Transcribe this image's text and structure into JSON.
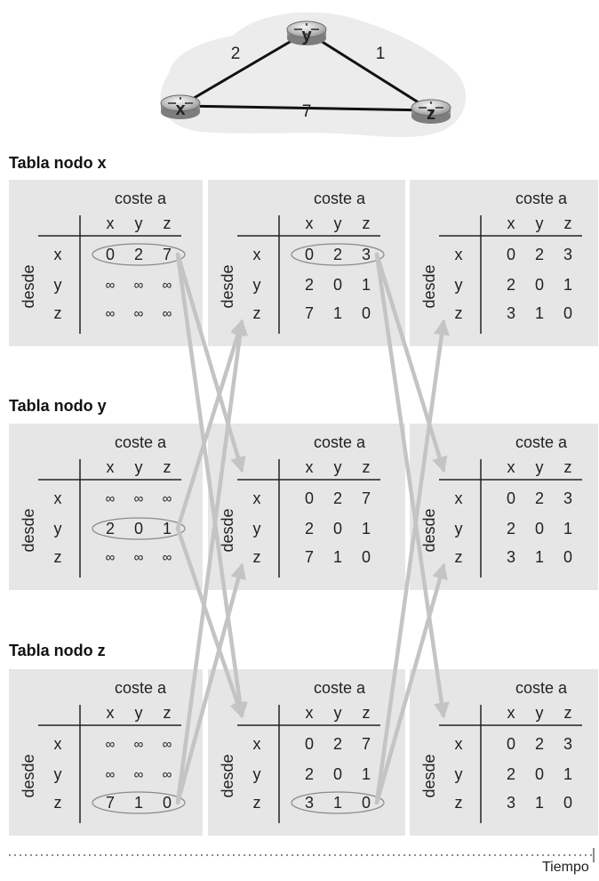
{
  "network": {
    "nodes": [
      "x",
      "y",
      "z"
    ],
    "links": [
      {
        "from": "x",
        "to": "y",
        "cost": "2"
      },
      {
        "from": "y",
        "to": "z",
        "cost": "1"
      },
      {
        "from": "x",
        "to": "z",
        "cost": "7"
      }
    ]
  },
  "labels": {
    "header": "coste a",
    "side": "desde",
    "cols": [
      "x",
      "y",
      "z"
    ],
    "rows": [
      "x",
      "y",
      "z"
    ],
    "time": "Tiempo"
  },
  "sections": [
    {
      "title": "Tabla nodo x",
      "tables": [
        {
          "values": [
            [
              "0",
              "2",
              "7"
            ],
            [
              "∞",
              "∞",
              "∞"
            ],
            [
              "∞",
              "∞",
              "∞"
            ]
          ],
          "circled_row": 0
        },
        {
          "values": [
            [
              "0",
              "2",
              "3"
            ],
            [
              "2",
              "0",
              "1"
            ],
            [
              "7",
              "1",
              "0"
            ]
          ],
          "circled_row": 0
        },
        {
          "values": [
            [
              "0",
              "2",
              "3"
            ],
            [
              "2",
              "0",
              "1"
            ],
            [
              "3",
              "1",
              "0"
            ]
          ],
          "circled_row": null
        }
      ]
    },
    {
      "title": "Tabla nodo y",
      "tables": [
        {
          "values": [
            [
              "∞",
              "∞",
              "∞"
            ],
            [
              "2",
              "0",
              "1"
            ],
            [
              "∞",
              "∞",
              "∞"
            ]
          ],
          "circled_row": 1
        },
        {
          "values": [
            [
              "0",
              "2",
              "7"
            ],
            [
              "2",
              "0",
              "1"
            ],
            [
              "7",
              "1",
              "0"
            ]
          ],
          "circled_row": null
        },
        {
          "values": [
            [
              "0",
              "2",
              "3"
            ],
            [
              "2",
              "0",
              "1"
            ],
            [
              "3",
              "1",
              "0"
            ]
          ],
          "circled_row": null
        }
      ]
    },
    {
      "title": "Tabla nodo z",
      "tables": [
        {
          "values": [
            [
              "∞",
              "∞",
              "∞"
            ],
            [
              "∞",
              "∞",
              "∞"
            ],
            [
              "7",
              "1",
              "0"
            ]
          ],
          "circled_row": 2
        },
        {
          "values": [
            [
              "0",
              "2",
              "7"
            ],
            [
              "2",
              "0",
              "1"
            ],
            [
              "3",
              "1",
              "0"
            ]
          ],
          "circled_row": 2
        },
        {
          "values": [
            [
              "0",
              "2",
              "3"
            ],
            [
              "2",
              "0",
              "1"
            ],
            [
              "3",
              "1",
              "0"
            ]
          ],
          "circled_row": null
        }
      ]
    }
  ],
  "colors": {
    "panel": "#e6e6e6",
    "arrow": "#c4c4c4",
    "cloud": "#ececec",
    "text": "#222222"
  }
}
